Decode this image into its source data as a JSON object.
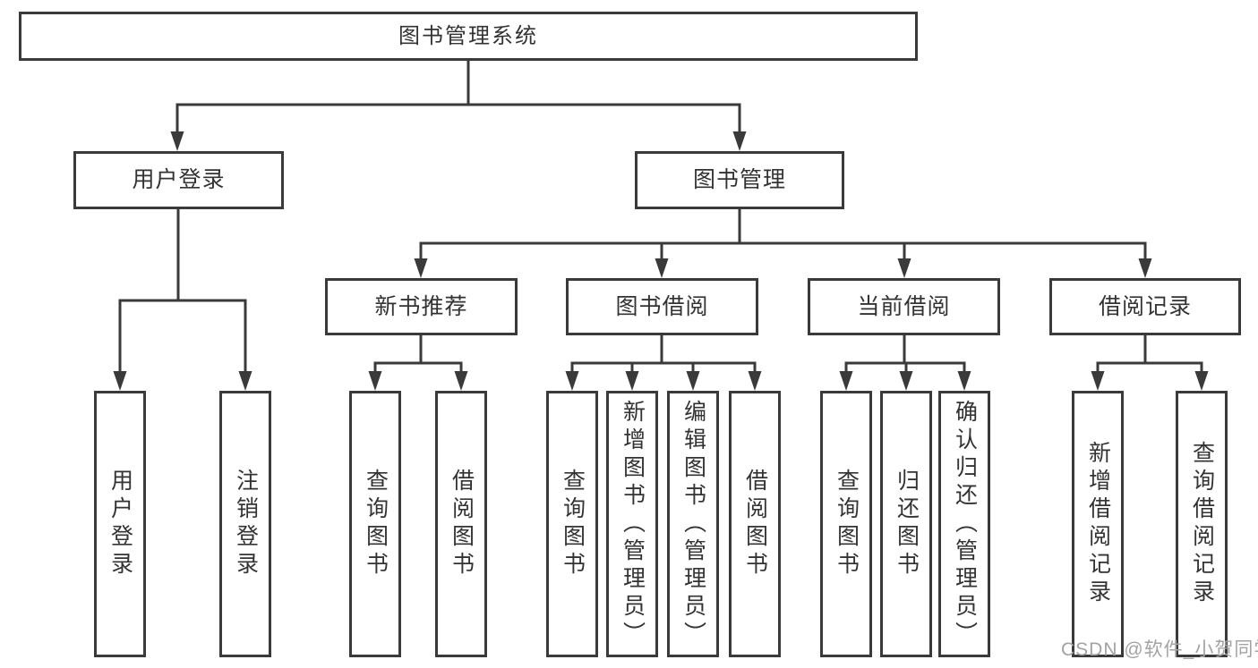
{
  "diagram": {
    "root": "图书管理系统",
    "branches": [
      "用户登录",
      "图书管理"
    ],
    "modules": [
      "新书推荐",
      "图书借阅",
      "当前借阅",
      "借阅记录"
    ],
    "leaves": {
      "user": [
        "用户登录",
        "注销登录"
      ],
      "recommend": [
        "查询图书",
        "借阅图书"
      ],
      "borrow": [
        "查询图书",
        "新增图书（管理员）",
        "编辑图书（管理员）",
        "借阅图书"
      ],
      "current": [
        "查询图书",
        "归还图书",
        "确认归还（管理员）"
      ],
      "records": [
        "新增借阅记录",
        "查询借阅记录"
      ]
    },
    "colors": {
      "line": "#3a3a3a",
      "text": "#333333",
      "background": "#ffffff",
      "watermark": "#a3a3a3"
    }
  },
  "watermark": "CSDN @软件_小贺同学"
}
